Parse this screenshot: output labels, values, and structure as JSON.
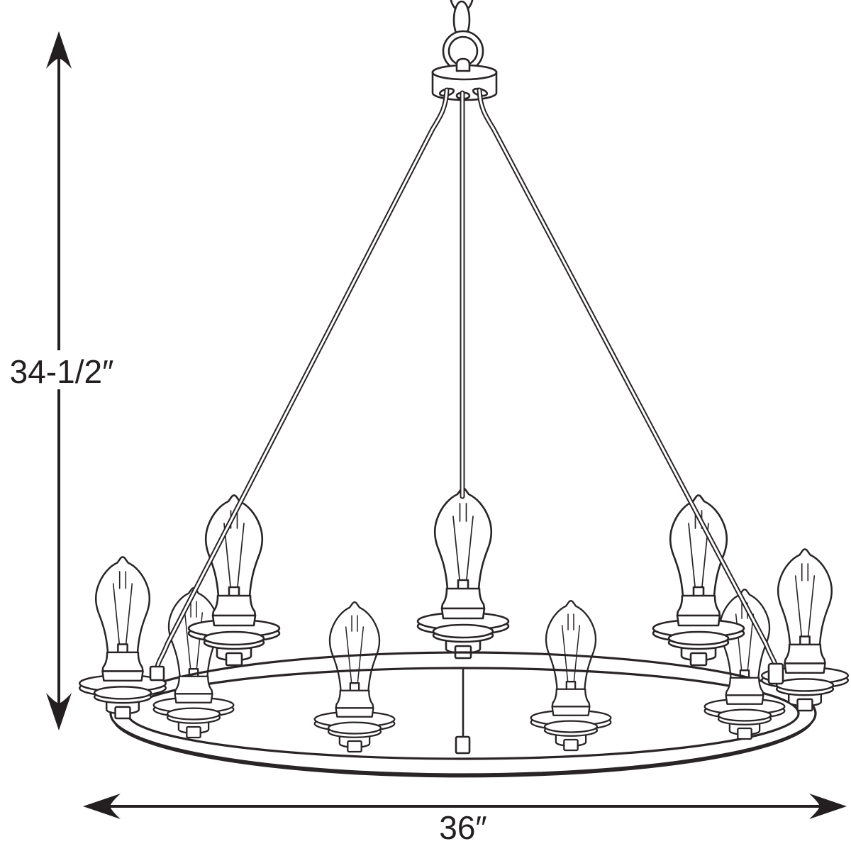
{
  "diagram": {
    "kind": "chandelier-dimension-line-drawing",
    "background": "#ffffff",
    "line_color": "#292425",
    "dimension_color": "#231f20",
    "chandelier": {
      "bulb_count": 9,
      "style": "open wagon-wheel ring with upward Edison bulbs, three suspension rods, chain and loop hanger"
    },
    "dimensions": {
      "height": {
        "label": "34-1/2″",
        "value_inches": 34.5,
        "orientation": "vertical"
      },
      "width": {
        "label": "36″",
        "value_inches": 36,
        "orientation": "horizontal"
      }
    }
  }
}
